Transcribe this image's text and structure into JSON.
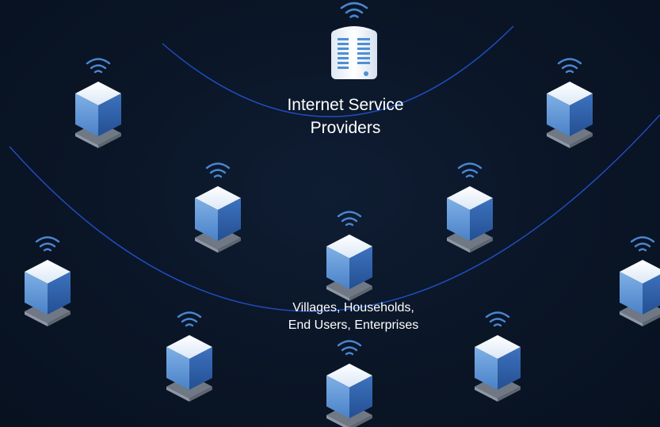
{
  "diagram": {
    "isp_label": {
      "line1": "Internet Service",
      "line2": "Providers"
    },
    "users_label": {
      "line1": "Villages, Households,",
      "line2": "End Users, Enterprises"
    },
    "colors": {
      "background": "#0a1526",
      "arc": "#1f4fc4",
      "cube_top": "#f2f7fd",
      "cube_left": "#5f97d8",
      "cube_right": "#2c5fa8",
      "base_left": "#8e97a3",
      "base_right": "#5e6670",
      "wifi": "#4a86d1",
      "server_body": "#eef3f9",
      "server_stripes": "#4f8fd4"
    },
    "icons": [
      "server-icon",
      "cube-node-icon",
      "wifi-icon"
    ]
  }
}
